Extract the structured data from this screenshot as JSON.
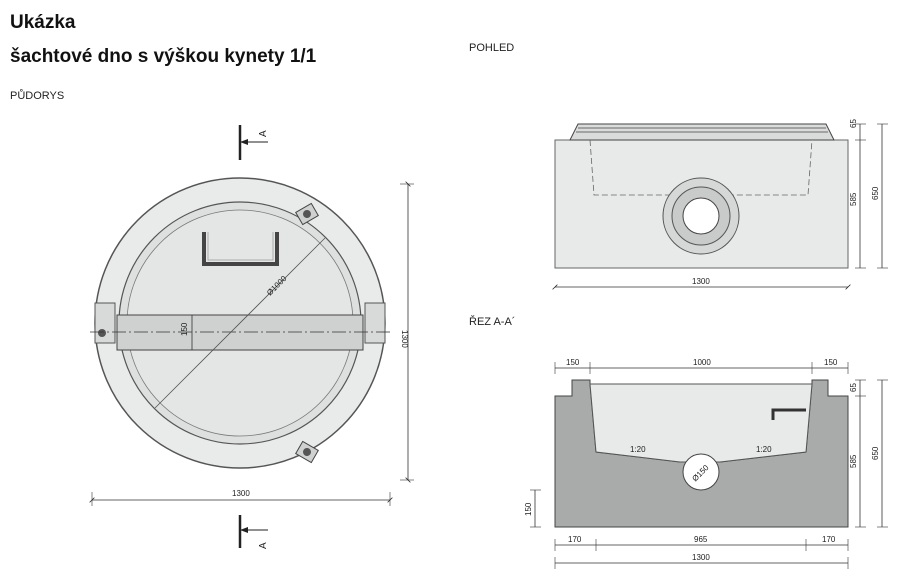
{
  "title": {
    "line1": "Ukázka",
    "line2": "šachtové dno s výškou kynety 1/1"
  },
  "views": {
    "plan": "PŮDORYS",
    "elevation": "POHLED",
    "section": "ŘEZ A-A´"
  },
  "plan": {
    "section_marker": "A",
    "diameter": "Ø1000",
    "channel_width": "150",
    "dim_horizontal": "1300",
    "dim_vertical": "1300"
  },
  "elevation": {
    "dim_width": "1300",
    "dim_top": "65",
    "dim_body": "585",
    "dim_total": "650"
  },
  "section": {
    "dim_top_left": "150",
    "dim_top_mid": "1000",
    "dim_top_right": "150",
    "dim_bot_left": "170",
    "dim_bot_mid": "965",
    "dim_bot_right": "170",
    "dim_bot_total": "1300",
    "dim_top": "65",
    "dim_body": "585",
    "dim_total": "650",
    "dim_base": "150",
    "slope_left": "1:20",
    "slope_right": "1:20",
    "pipe": "Ø150"
  }
}
